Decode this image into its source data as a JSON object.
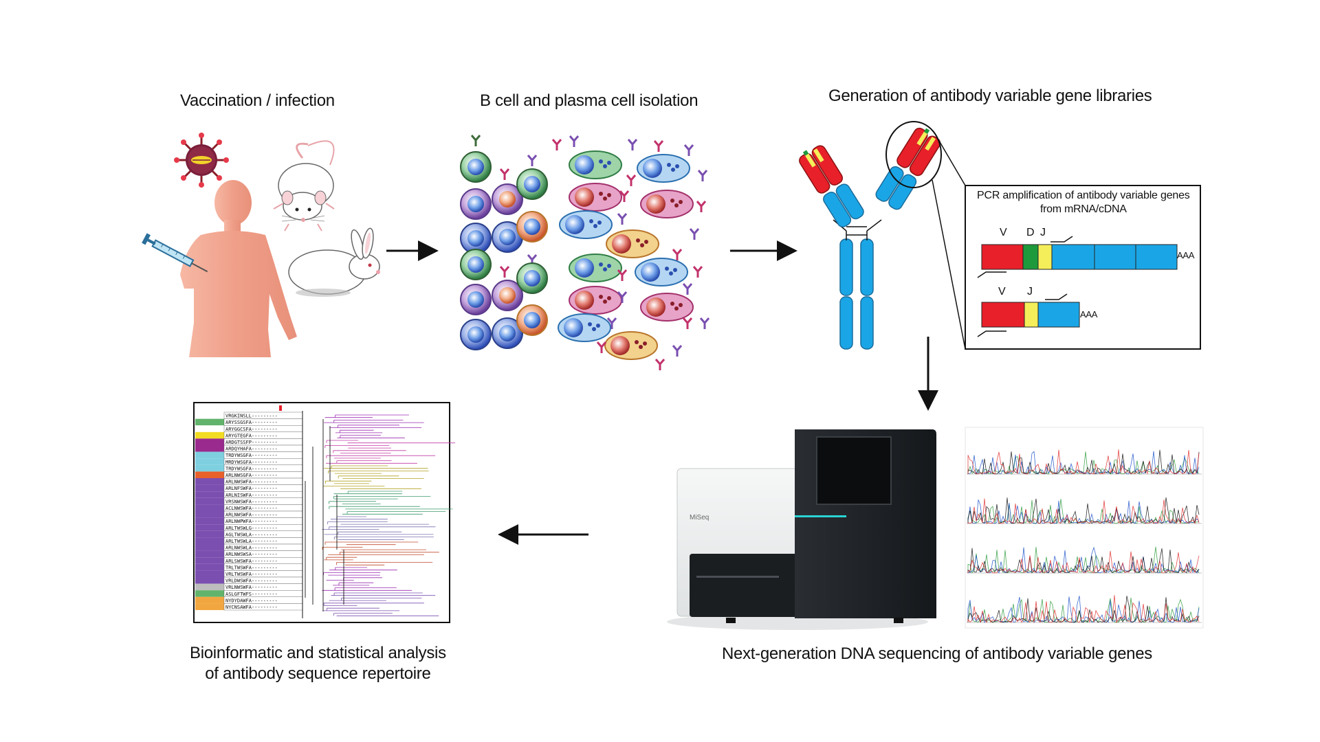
{
  "steps": {
    "vaccination": "Vaccination / infection",
    "isolation": "B cell and plasma cell isolation",
    "libraries": "Generation of antibody variable gene libraries",
    "sequencing": "Next-generation DNA sequencing of antibody variable genes",
    "analysis_line1": "Bioinformatic and statistical analysis",
    "analysis_line2": "of antibody sequence repertoire"
  },
  "pcr_box": {
    "title_line1": "PCR amplification of antibody variable genes",
    "title_line2": "from mRNA/cDNA",
    "heavy": {
      "labels": [
        "V",
        "D",
        "J"
      ],
      "tail": "AAA"
    },
    "light": {
      "labels": [
        "V",
        "J"
      ],
      "tail": "AAA"
    }
  },
  "sequencer_brand": "MiSeq",
  "colors": {
    "v_segment": "#e8202a",
    "d_segment": "#1e9a3c",
    "j_segment": "#f4ee5a",
    "constant": "#1aa6e6",
    "human": "#f0a08c",
    "virus": "#8a1e2a"
  },
  "alignment": {
    "rows": [
      {
        "color": "#ffffff",
        "seq": "VRGKINSLL---------"
      },
      {
        "color": "#62b36b",
        "seq": "ARYSSGSFA---------"
      },
      {
        "color": "#ffffff",
        "seq": "ARYGGCSFA---------"
      },
      {
        "color": "#f2dc22",
        "seq": "ARYGTEGFA---------"
      },
      {
        "color": "#9a2a8e",
        "seq": "ARDGTSSFP---------"
      },
      {
        "color": "#9a2a8e",
        "seq": "ARDQYHAFA---------"
      },
      {
        "color": "#7ed0e0",
        "seq": "TRDYWSGFA---------"
      },
      {
        "color": "#7ed0e0",
        "seq": "MRDYWSGFA---------"
      },
      {
        "color": "#7ed0e0",
        "seq": "TRDYWSGFA---------"
      },
      {
        "color": "#e8602a",
        "seq": "ARLNWSGFA---------"
      },
      {
        "color": "#7b4fb0",
        "seq": "ARLNWSWFA---------"
      },
      {
        "color": "#7b4fb0",
        "seq": "ARLNFSWFA---------"
      },
      {
        "color": "#7b4fb0",
        "seq": "ARLNISWFA---------"
      },
      {
        "color": "#7b4fb0",
        "seq": "VRSNWSWFA---------"
      },
      {
        "color": "#7b4fb0",
        "seq": "ACLNWSWFA---------"
      },
      {
        "color": "#7b4fb0",
        "seq": "ARLNWSWFA---------"
      },
      {
        "color": "#7b4fb0",
        "seq": "ARLNWPWFA---------"
      },
      {
        "color": "#7b4fb0",
        "seq": "ARLTWSWLG---------"
      },
      {
        "color": "#7b4fb0",
        "seq": "AGLTWSWLA---------"
      },
      {
        "color": "#7b4fb0",
        "seq": "ARLTWSWLA---------"
      },
      {
        "color": "#7b4fb0",
        "seq": "ARLNWSWLA---------"
      },
      {
        "color": "#7b4fb0",
        "seq": "ARLNWSWSA---------"
      },
      {
        "color": "#7b4fb0",
        "seq": "ARLSWSWFA---------"
      },
      {
        "color": "#7b4fb0",
        "seq": "TRLTWSWFA---------"
      },
      {
        "color": "#7b4fb0",
        "seq": "VRLTWSWFA---------"
      },
      {
        "color": "#7b4fb0",
        "seq": "VRLDWSWFA---------"
      },
      {
        "color": "#bdbdbd",
        "seq": "VRLNWSWFA---------"
      },
      {
        "color": "#62b36b",
        "seq": "ASLGFTWFS---------"
      },
      {
        "color": "#f2a640",
        "seq": "NYDYDAWFA---------"
      },
      {
        "color": "#f2a640",
        "seq": "NYCNSAWFA---------"
      }
    ]
  }
}
